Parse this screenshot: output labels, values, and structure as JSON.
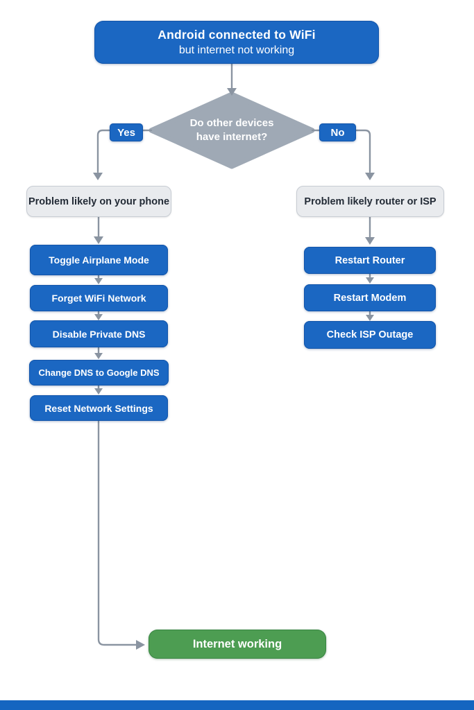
{
  "flowchart": {
    "start_node": {
      "line1": "Android connected to WiFi",
      "line2": "but internet not working"
    },
    "decision_node": {
      "line1": "Do other devices",
      "line2": "have internet?"
    },
    "yes_label": "Yes",
    "no_label": "No",
    "left_branch": {
      "header": "Problem likely on your phone",
      "steps": [
        "Toggle Airplane Mode",
        "Forget WiFi Network",
        "Disable Private DNS",
        "Change DNS to Google DNS",
        "Reset Network Settings"
      ]
    },
    "right_branch": {
      "header": "Problem likely router or ISP",
      "steps": [
        "Restart Router",
        "Restart Modem",
        "Check ISP Outage"
      ]
    },
    "end_node": {
      "label": "Internet working"
    },
    "colors": {
      "process_blue": "#1B67C2",
      "decision_gray": "#9FA9B5",
      "neutral_fill": "#E9EBEE",
      "neutral_border": "#C7CCD3",
      "success_green": "#4D9D52",
      "connector_gray": "#8A94A1",
      "text_dark": "#232B36",
      "footer_blue": "#1565C0"
    }
  }
}
